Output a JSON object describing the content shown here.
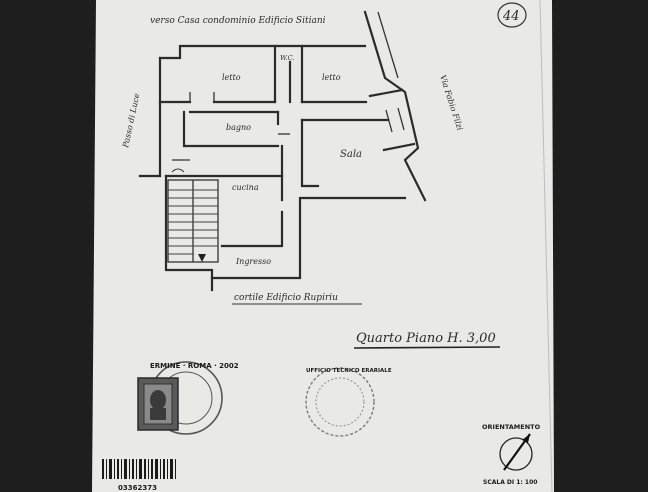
{
  "document": {
    "page_number": "44",
    "header_note": "verso Casa condominio Edificio Sitiani",
    "street_left": "Passo di Luce",
    "street_right": "Via Fabio Filzi",
    "rooms": {
      "letto_1": "letto",
      "letto_2": "letto",
      "wc": "W.C.",
      "bagno": "bagno",
      "sala": "Sala",
      "cucina": "cucina",
      "ingresso": "Ingresso"
    },
    "bottom_note": "cortile Edificio Rupiriu",
    "floor_label": "Quarto Piano H. 3,00",
    "orientation_label": "ORIENTAMENTO",
    "scale_label": "SCALA DI 1: 100",
    "barcode_number": "03362373",
    "stamp_left_text": "ERMINE · ROMA · 2002",
    "stamp_right_text": "UFFICIO TECNICO ERARIALE",
    "colors": {
      "paper": "#e9e9e6",
      "ink": "#2a2a2a",
      "frame": "#1e1e1e"
    }
  }
}
